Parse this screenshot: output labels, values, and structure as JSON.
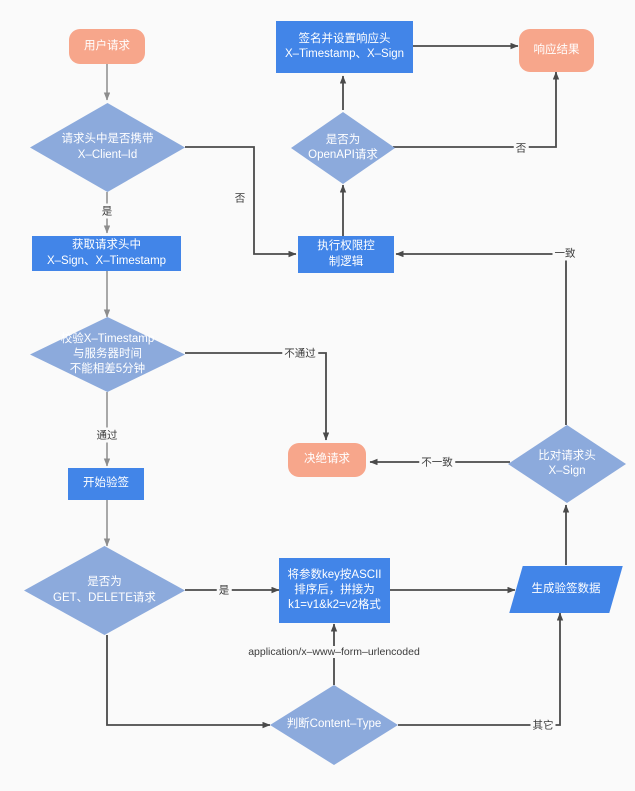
{
  "diagram": {
    "title": "API 签名验证流程图",
    "background": "#fafafa",
    "colors": {
      "process": "#4285E8",
      "decision": "#8CAADC",
      "terminator": "#F7A68B",
      "edge": "#4a4a4a",
      "edge_light": "#9a9a9a",
      "text": "#ffffff",
      "label_text": "#3b3b3b"
    },
    "nodes": [
      {
        "id": "user_request",
        "shape": "rounded",
        "label": "用户请求"
      },
      {
        "id": "has_client_id",
        "shape": "diamond",
        "label": "请求头中是否携带\nX–Client–Id"
      },
      {
        "id": "get_headers",
        "shape": "rectangle",
        "label": "获取请求头中\nX–Sign、X–Timestamp"
      },
      {
        "id": "check_ts",
        "shape": "diamond",
        "label": "校验X–Timestamp\n与服务器时间\n不能相差5分钟"
      },
      {
        "id": "start_verify",
        "shape": "rectangle",
        "label": "开始验签"
      },
      {
        "id": "is_get_delete",
        "shape": "diamond",
        "label": "是否为\nGET、DELETE请求"
      },
      {
        "id": "sort_params",
        "shape": "rectangle",
        "label": "将参数key按ASCII\n排序后，拼接为\nk1=v1&k2=v2格式"
      },
      {
        "id": "judge_ct",
        "shape": "diamond",
        "label": "判断Content–Type"
      },
      {
        "id": "gen_sign_data",
        "shape": "parallelogram",
        "label": "生成验签数据"
      },
      {
        "id": "compare_sign",
        "shape": "diamond",
        "label": "比对请求头\nX–Sign"
      },
      {
        "id": "reject_request",
        "shape": "rounded",
        "label": "决绝请求"
      },
      {
        "id": "auth_logic",
        "shape": "rectangle",
        "label": "执行权限控\n制逻辑"
      },
      {
        "id": "is_openapi",
        "shape": "diamond",
        "label": "是否为\nOpenAPI请求"
      },
      {
        "id": "sign_resp",
        "shape": "rectangle",
        "label": "签名并设置响应头\nX–Timestamp、X–Sign"
      },
      {
        "id": "response",
        "shape": "rounded",
        "label": "响应结果"
      }
    ],
    "edge_labels": [
      {
        "id": "yes_client_id",
        "text": "是"
      },
      {
        "id": "no_client_id",
        "text": "否"
      },
      {
        "id": "ts_fail",
        "text": "不通过"
      },
      {
        "id": "ts_pass",
        "text": "通过"
      },
      {
        "id": "yes_get_delete",
        "text": "是"
      },
      {
        "id": "ct_urlencoded",
        "text": "application/x–www–form–urlencoded"
      },
      {
        "id": "ct_other",
        "text": "其它"
      },
      {
        "id": "sign_mismatch",
        "text": "不一致"
      },
      {
        "id": "sign_match",
        "text": "一致"
      },
      {
        "id": "no_openapi",
        "text": "否"
      }
    ]
  }
}
